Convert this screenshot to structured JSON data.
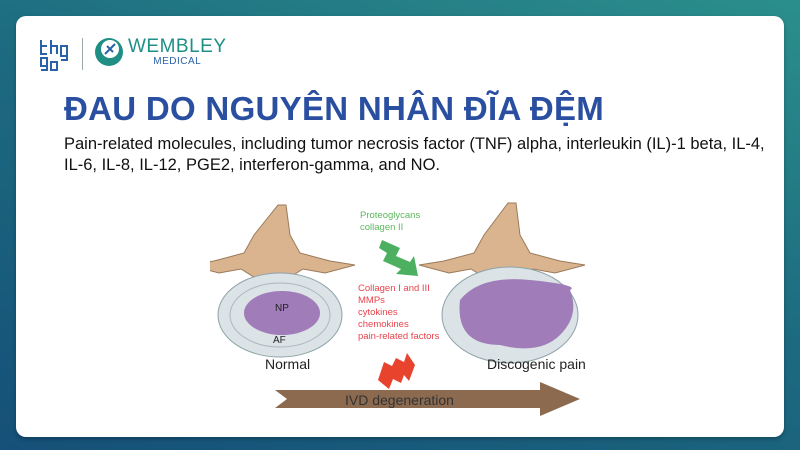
{
  "logos": {
    "brand1": "tgnga",
    "brand2_name": "WEMBLEY",
    "brand2_sub": "MEDICAL"
  },
  "slide": {
    "title": "ĐAU DO NGUYÊN NHÂN ĐĨA ĐỆM",
    "body": "Pain-related molecules, including tumor necrosis factor (TNF) alpha, interleukin (IL)-1 beta, IL-4, IL-6, IL-8, IL-12, PGE2, interferon-gamma, and NO."
  },
  "figure": {
    "np": "NP",
    "af": "AF",
    "normal": "Normal",
    "discogenic": "Discogenic pain",
    "down_factors": [
      "Proteoglycans",
      "collagen II"
    ],
    "up_factors": [
      "Collagen I and III",
      "MMPs",
      "cytokines",
      "chemokines",
      "pain-related factors"
    ],
    "arrow_label": "IVD degeneration",
    "colors": {
      "down": "#5cb85c",
      "up": "#e8434d",
      "arrow": "#8b6a4f",
      "nucleus": "#a07cb8",
      "bone": "#d9b48f"
    }
  }
}
